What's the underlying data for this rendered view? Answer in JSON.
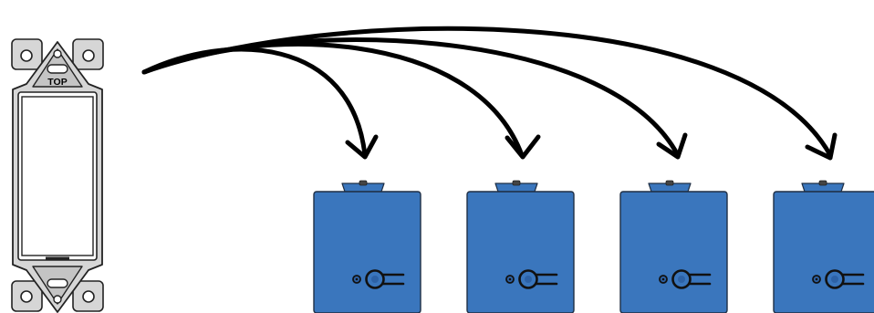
{
  "switch": {
    "label": "TOP",
    "plate_color": "#d6d6d6",
    "rocker_color": "#ffffff",
    "outline_color": "#222222"
  },
  "arrows": {
    "count": 4,
    "color": "#000000"
  },
  "receivers": {
    "count": 4,
    "body_color": "#3a76bd",
    "accent_color": "#2d62a6",
    "icon": "key-icon"
  }
}
